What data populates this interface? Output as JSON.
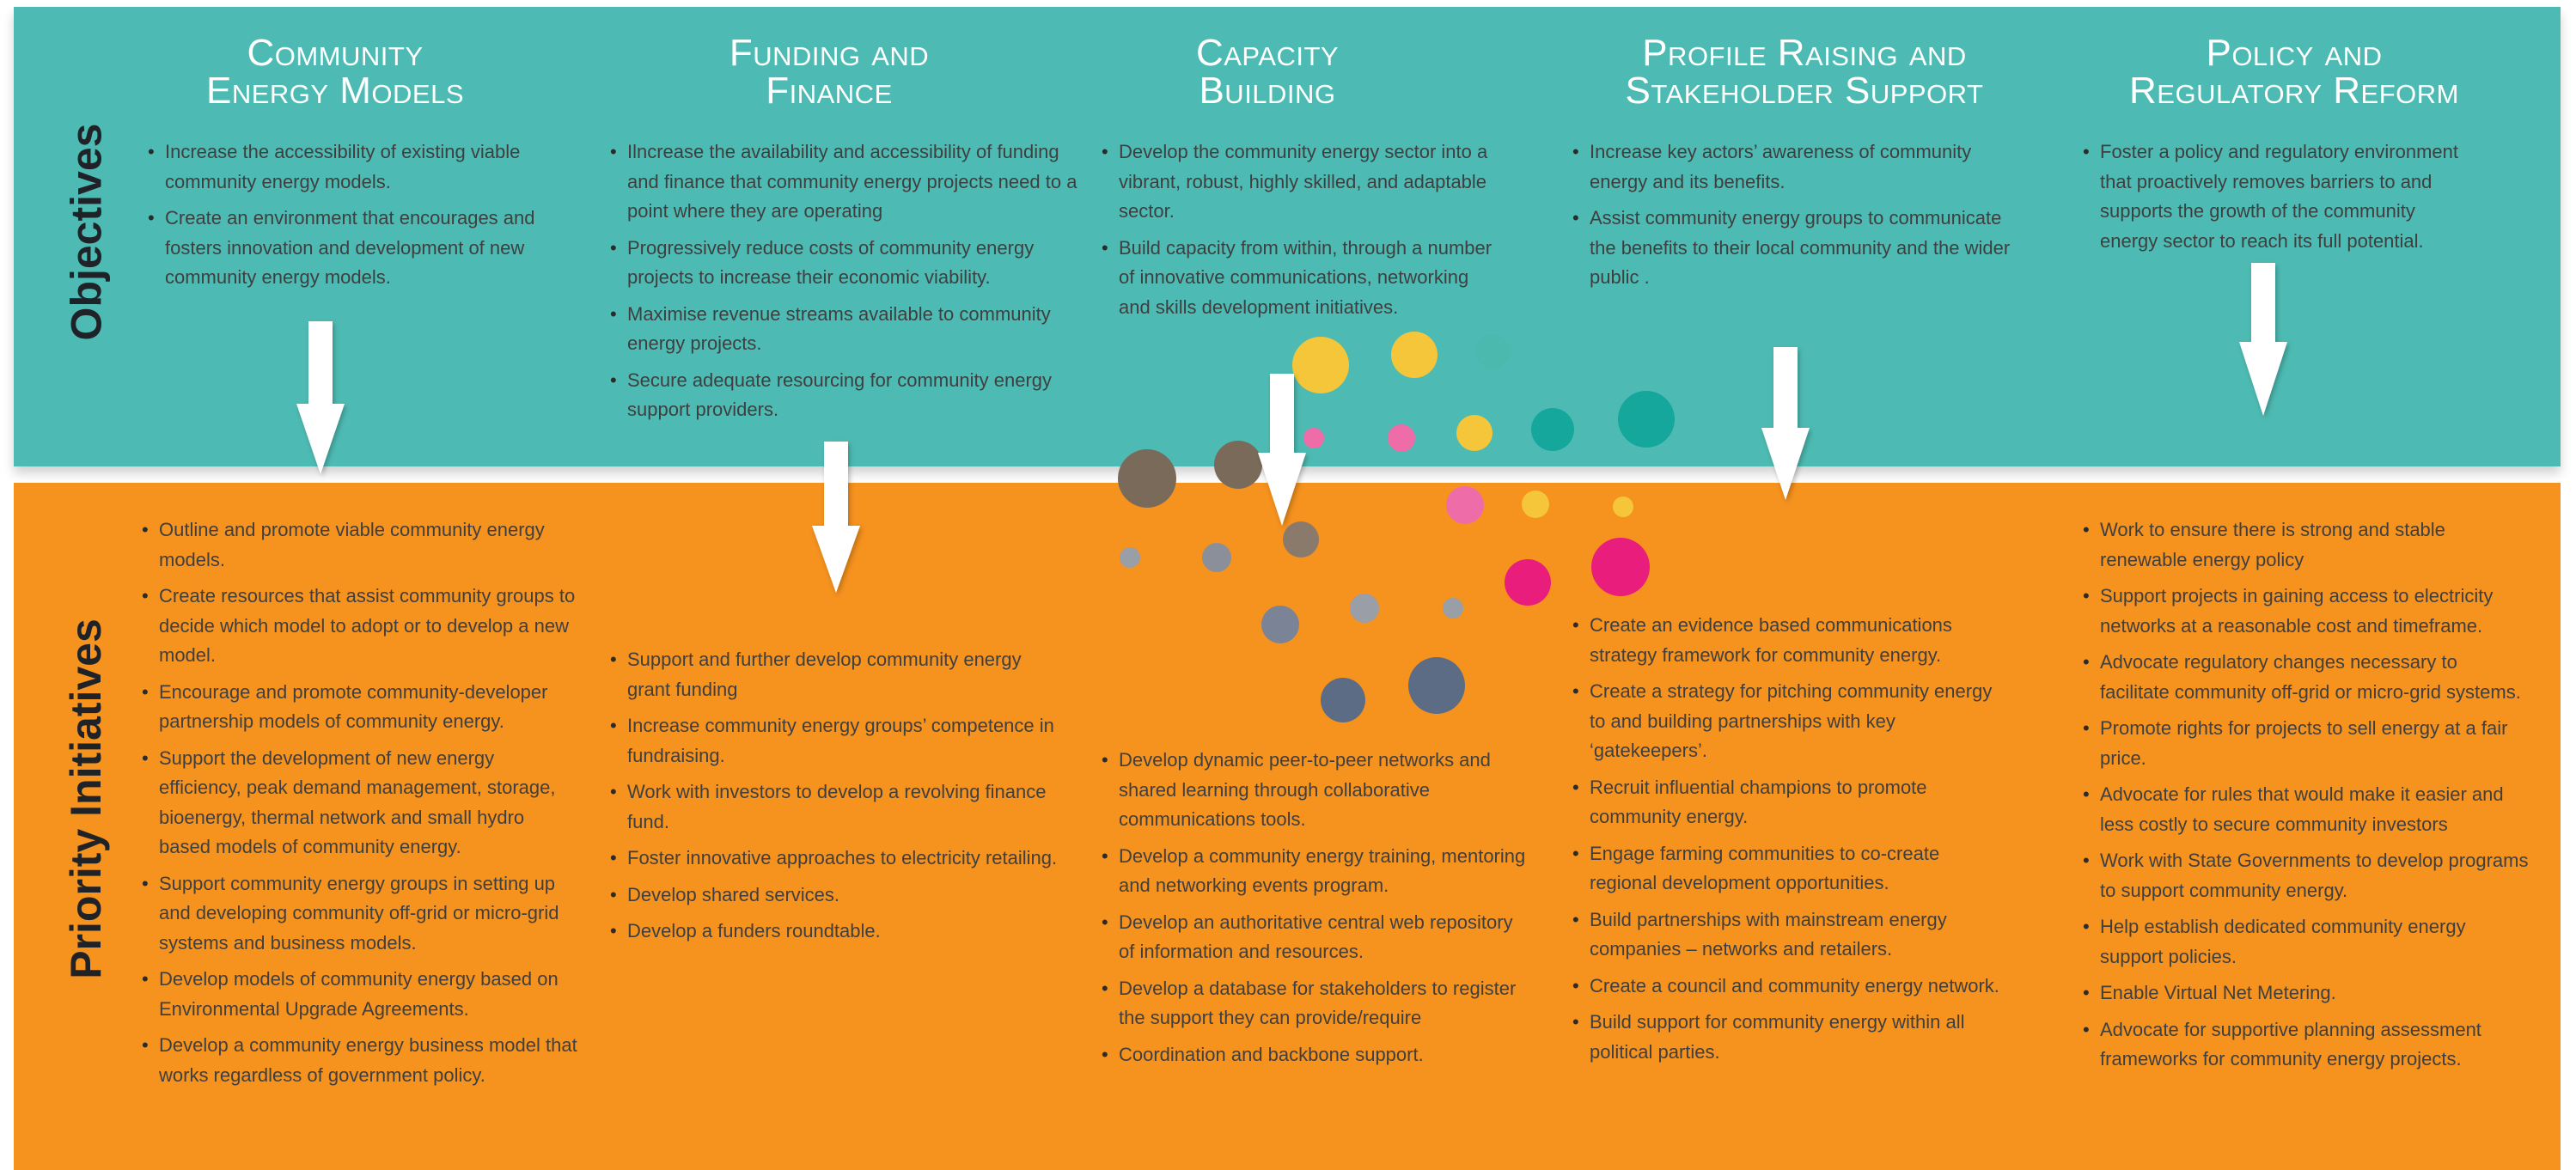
{
  "side_labels": {
    "objectives": "Objectives",
    "priority": "Priority Initiatives"
  },
  "colors": {
    "objectives_band": "#4dbbb3",
    "priority_band": "#f6921e",
    "arrow": "#ffffff",
    "dots": [
      "#f5c63a",
      "#e91e7c",
      "#ee6da8",
      "#15a79c",
      "#7a6a5a",
      "#8a8f99",
      "#5b6c84"
    ]
  },
  "columns": [
    {
      "title": [
        "Community",
        "Energy Models"
      ],
      "objectives": [
        "Increase the accessibility of existing viable community energy models.",
        "Create an environment that encourages and fosters innovation and development of new community energy models."
      ],
      "initiatives": [
        "Outline and promote viable community energy models.",
        "Create resources that assist community groups to decide which model to adopt or to develop a new model.",
        "Encourage and promote community-developer partnership models of community energy.",
        "Support the development of new energy efficiency, peak demand management, storage, bioenergy, thermal network and small hydro based models of community energy.",
        "Support community energy groups in setting up and developing community off-grid or micro-grid systems and business models.",
        "Develop models of community energy based on Environmental Upgrade Agreements.",
        "Develop a community energy business model that works regardless of government policy."
      ]
    },
    {
      "title": [
        "Funding and",
        "Finance"
      ],
      "objectives": [
        "Ilncrease the availability and accessibility of funding and finance that community energy projects need to a point where they are operating",
        "Progressively reduce costs of community energy projects to increase their economic viability.",
        "Maximise revenue streams available to community energy projects.",
        "Secure adequate resourcing for community energy support providers."
      ],
      "initiatives": [
        "Support and further develop community energy grant funding",
        "Increase community energy groups’ competence in fundraising.",
        "Work with investors to develop a revolving finance fund.",
        "Foster innovative approaches to electricity retailing.",
        "Develop shared services.",
        "Develop a funders roundtable."
      ]
    },
    {
      "title": [
        "Capacity",
        "Building"
      ],
      "objectives": [
        "Develop the community energy sector into a vibrant, robust, highly skilled, and adaptable sector.",
        "Build capacity from within, through a number of innovative communications, networking and skills development initiatives."
      ],
      "initiatives": [
        "Develop dynamic peer-to-peer networks and shared learning through collaborative communications tools.",
        "Develop a community energy training, mentoring and networking events program.",
        "Develop an authoritative central web repository of information and resources.",
        "Develop a database for stakeholders to register the support they can provide/require",
        "Coordination and backbone support."
      ]
    },
    {
      "title": [
        "Profile Raising and",
        "Stakeholder Support"
      ],
      "objectives": [
        "Increase key actors’ awareness of community energy and its benefits.",
        "Assist community energy groups to communicate the benefits to their local community and the wider public ."
      ],
      "initiatives": [
        "Create an evidence based communications strategy framework for community energy.",
        "Create a strategy for pitching community energy to and building partnerships with key ‘gatekeepers’.",
        "Recruit influential champions to promote community energy.",
        "Engage farming communities to co-create regional development opportunities.",
        "Build partnerships with mainstream energy companies – networks and retailers.",
        "Create a council and community energy network.",
        "Build support for community energy within all political parties."
      ]
    },
    {
      "title": [
        "Policy and",
        "Regulatory Reform"
      ],
      "objectives": [
        "Foster a policy and regulatory environment that proactively removes barriers to and supports the growth of the community energy sector to reach its full potential."
      ],
      "initiatives": [
        "Work to ensure there is strong and stable renewable energy policy",
        "Support projects in gaining access to electricity networks at a reasonable cost and timeframe.",
        "Advocate regulatory changes necessary to facilitate community off-grid or micro-grid systems.",
        "Promote rights for projects to sell energy at a fair price.",
        "Advocate for rules that would make it easier and less costly to secure community investors",
        "Work with State Governments to develop programs to support community energy.",
        "Help establish dedicated community energy support policies.",
        "Enable Virtual Net Metering.",
        "Advocate for supportive planning assessment frameworks for community energy projects."
      ]
    }
  ]
}
